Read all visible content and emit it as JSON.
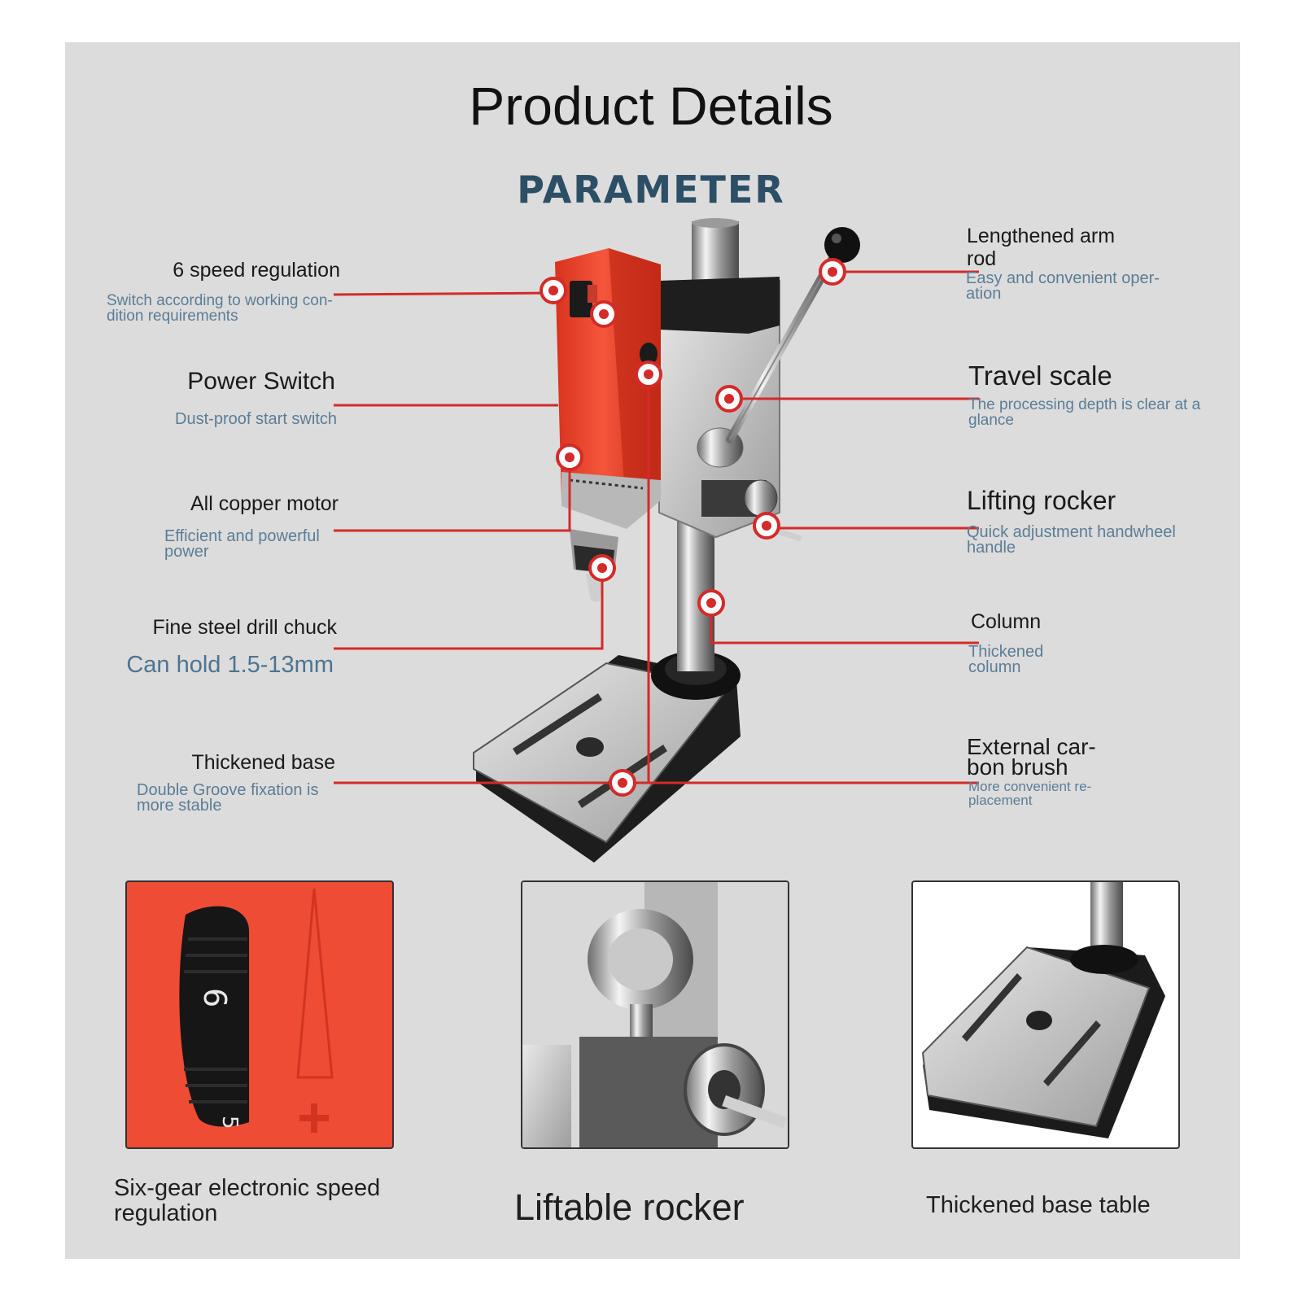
{
  "title": "Product Details",
  "subtitle": "PARAMETER",
  "colors": {
    "background": "#dcdcdc",
    "leader": "#d42a2a",
    "drill_body": "#f04a32",
    "label_blue": "#5b7d96",
    "title_blue": "#2c4f66"
  },
  "callouts": {
    "speed": {
      "label": "6 speed regulation",
      "desc": "Switch according to working con-dition requirements"
    },
    "power": {
      "label": "Power Switch",
      "desc": "Dust-proof start switch"
    },
    "motor": {
      "label": "All copper motor",
      "desc": "Efficient and powerful power"
    },
    "chuck": {
      "label": "Fine steel drill chuck",
      "desc": "Can hold 1.5-13mm"
    },
    "base": {
      "label": "Thickened base",
      "desc": "Double Groove fixation is more stable"
    },
    "arm": {
      "label": "Lengthened arm rod",
      "desc": "Easy and convenient oper-ation"
    },
    "scale": {
      "label": "Travel scale",
      "desc": "The processing depth is clear at a glance"
    },
    "rocker": {
      "label": "Lifting rocker",
      "desc": "Quick adjustment handwheel handle"
    },
    "column": {
      "label": "Column",
      "desc": "Thickened column"
    },
    "brush": {
      "label": "External car-bon brush",
      "desc": "More convenient re-placement"
    }
  },
  "thumbnails": [
    {
      "caption": "Six-gear electronic speed regulation",
      "dial_top": "6",
      "dial_bottom": "5",
      "icon": "speed-dial-closeup"
    },
    {
      "caption": "Liftable rocker",
      "icon": "handwheel-closeup"
    },
    {
      "caption": "Thickened base table",
      "icon": "base-table-closeup"
    }
  ]
}
